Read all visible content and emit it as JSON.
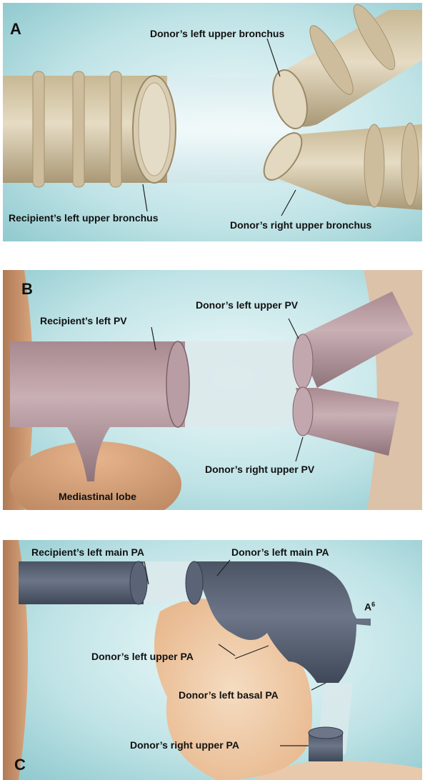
{
  "panels": [
    {
      "letter": "A",
      "labels": {
        "donor_left_upper_bronchus": "Donor’s left upper bronchus",
        "recipient_left_upper_bronchus": "Recipient’s left upper bronchus",
        "donor_right_upper_bronchus": "Donor’s right upper bronchus"
      }
    },
    {
      "letter": "B",
      "labels": {
        "recipient_left_pv": "Recipient’s left PV",
        "donor_left_upper_pv": "Donor’s left upper PV",
        "donor_right_upper_pv": "Donor’s right upper PV",
        "mediastinal_lobe": "Mediastinal lobe"
      }
    },
    {
      "letter": "C",
      "labels": {
        "recipient_left_main_pa": "Recipient’s left main PA",
        "donor_left_main_pa": "Donor’s left main PA",
        "a6_base": "A",
        "a6_sup": "6",
        "donor_left_upper_pa": "Donor’s left upper PA",
        "donor_left_basal_pa": "Donor’s left basal PA",
        "donor_right_upper_pa": "Donor’s right upper PA"
      }
    }
  ],
  "colors": {
    "background_teal": "#bfe3e6",
    "bronchus_tan": "#d6c7a8",
    "vein_pink": "#b59aa0",
    "artery_slate": "#5b6575",
    "graft_translucent": "#e8f4f6",
    "heart_peach": "#f2cfae"
  }
}
